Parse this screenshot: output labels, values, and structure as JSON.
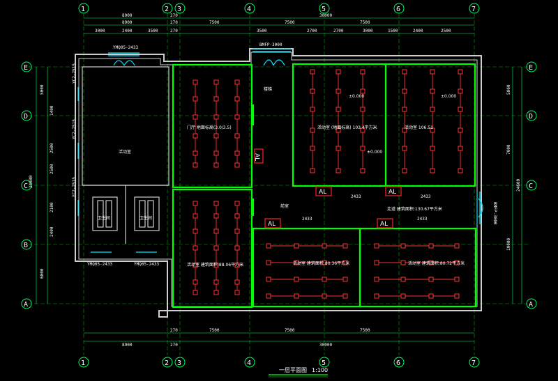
{
  "axes_top": [
    "1",
    "2",
    "3",
    "4",
    "5",
    "6",
    "7"
  ],
  "axes_bottom": [
    "1",
    "2",
    "3",
    "4",
    "5",
    "6",
    "7"
  ],
  "axes_left": [
    "E",
    "D",
    "C",
    "B",
    "A"
  ],
  "axes_right": [
    "E",
    "D",
    "C",
    "A"
  ],
  "dims_top_row1": [
    "8900",
    "270",
    "30000"
  ],
  "dims_top_row2": [
    "8900",
    "270",
    "7500",
    "7500",
    "7500"
  ],
  "dims_top_row3": [
    "3000",
    "2400",
    "3500",
    "270",
    "3500",
    "2700",
    "2700",
    "3000",
    "1500",
    "2400",
    "2500"
  ],
  "dims_bottom_row1": [
    "270",
    "7500",
    "7500",
    "7500"
  ],
  "dims_bottom_row2": [
    "8900",
    "270",
    "30000"
  ],
  "dims_left_outer": [
    "24600"
  ],
  "dims_left_inner": [
    "5000",
    "1400",
    "2500",
    "2500",
    "2100",
    "2400",
    "6000"
  ],
  "dims_right_outer": [
    "5000",
    "24600",
    "7000",
    "10000"
  ],
  "windows": {
    "top_left": "YMQ05-2433",
    "top_mid": "BMFP-3000",
    "bottom_a": "YMQ05-2433",
    "bottom_b": "YMQ05-2433",
    "right": "BMFP-3000",
    "left_1": "YC2-2515",
    "left_2": "YC2-2515",
    "left_3": "YC2-2515"
  },
  "rooms": {
    "big_hall": "活动室",
    "left_top": "门厅 地面标高(3.0/3.5)",
    "left_bottom": "活动室 建筑面积:88.06平方米",
    "right_top_1": "活动室 (地面标高) 103.4平方米",
    "right_top_2": "活动室 106.51",
    "right_bottom_1": "活动室 建筑面积:80.36平方米",
    "right_bottom_2": "活动室 建筑面积:80.72平方米",
    "corridor": "走道 建筑面积:130.67平方米",
    "stair": "楼梯",
    "wc_1": "卫生间",
    "wc_2": "卫生间",
    "hall_label": "前室"
  },
  "levels": [
    "±0.000",
    "±0.000",
    "±0.000"
  ],
  "panel_label": "AL",
  "door_tags": [
    "2433",
    "2433",
    "2433",
    "2433"
  ],
  "drawing_title": "一层平面图",
  "drawing_scale": "1:100",
  "colors": {
    "wall": "#00ff00",
    "grid": "#00cc00",
    "dim": "#00ff66",
    "fixture": "#ff3333",
    "circuit": "#ff3333",
    "text": "#ffffff",
    "window": "#00e5ff",
    "panel": "#ff2222",
    "magenta": "#ff00ff"
  }
}
